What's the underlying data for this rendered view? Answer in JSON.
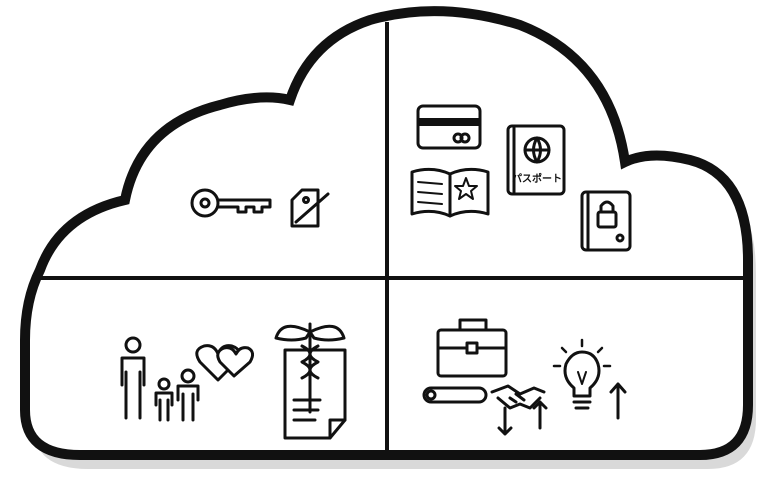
{
  "diagram": {
    "quadrants": [
      {
        "id": "top-left",
        "icons": [
          "key-icon",
          "tag-icon"
        ]
      },
      {
        "id": "top-right",
        "icons": [
          "credit-card-icon",
          "open-book-icon",
          "passport-icon",
          "locked-book-icon"
        ]
      },
      {
        "id": "bottom-left",
        "icons": [
          "family-icon",
          "hearts-icon",
          "medical-document-icon"
        ]
      },
      {
        "id": "bottom-right",
        "icons": [
          "briefcase-icon",
          "scroll-icon",
          "handshake-icon",
          "arrows-icon",
          "lightbulb-icon",
          "up-arrow-icon"
        ]
      }
    ],
    "passport_label": "パスポート",
    "colors": {
      "outline": "#111111",
      "shadow": "#d4d4d4",
      "background": "#ffffff"
    }
  }
}
